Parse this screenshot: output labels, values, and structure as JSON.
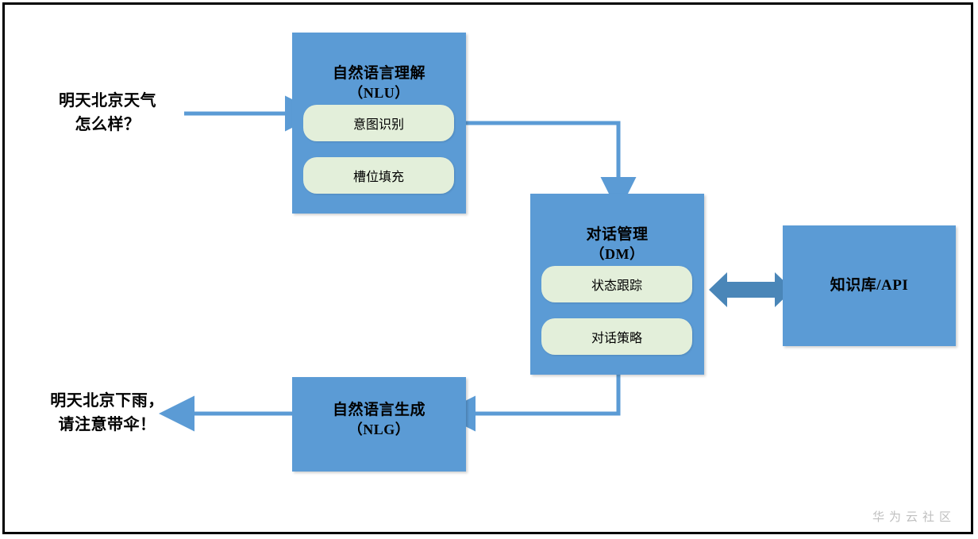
{
  "diagram": {
    "title": "Task-oriented dialogue system pipeline",
    "colors": {
      "box_fill": "#5B9BD5",
      "pill_fill": "#E3EFDA",
      "connector": "#5B9BD5",
      "bidirectional_arrow": "#4A86B8",
      "frame_border": "#000000",
      "watermark": "#BFBFBF",
      "text": "#000000"
    },
    "input_text": "明天北京天气\n怎么样？",
    "input_line1": "明天北京天气",
    "input_line2": "怎么样？",
    "output_line1": "明天北京下雨，",
    "output_line2": "请注意带伞！",
    "nodes": {
      "nlu": {
        "title_cn": "自然语言理解",
        "title_en": "（NLU）",
        "pills": [
          {
            "label": "意图识别"
          },
          {
            "label": "槽位填充"
          }
        ]
      },
      "dm": {
        "title_cn": "对话管理",
        "title_en": "（DM）",
        "pills": [
          {
            "label": "状态跟踪"
          },
          {
            "label": "对话策略"
          }
        ]
      },
      "kb": {
        "title_cn": "知识库/API"
      },
      "nlg": {
        "title_cn": "自然语言生成",
        "title_en": "（NLG）"
      }
    },
    "edges": [
      {
        "name": "user-input-to-nlu",
        "from": "user-input-text",
        "to": "nlu",
        "style": "arrow-right"
      },
      {
        "name": "nlu-to-dm",
        "from": "nlu",
        "to": "dm",
        "style": "elbow-arrow-down"
      },
      {
        "name": "dm-to-kb",
        "from": "dm",
        "to": "kb",
        "style": "double-arrow"
      },
      {
        "name": "dm-to-nlg",
        "from": "dm",
        "to": "nlg",
        "style": "elbow-arrow-left"
      },
      {
        "name": "nlg-to-user-output",
        "from": "nlg",
        "to": "user-output-text",
        "style": "arrow-left"
      }
    ],
    "watermark": "华为云社区"
  }
}
